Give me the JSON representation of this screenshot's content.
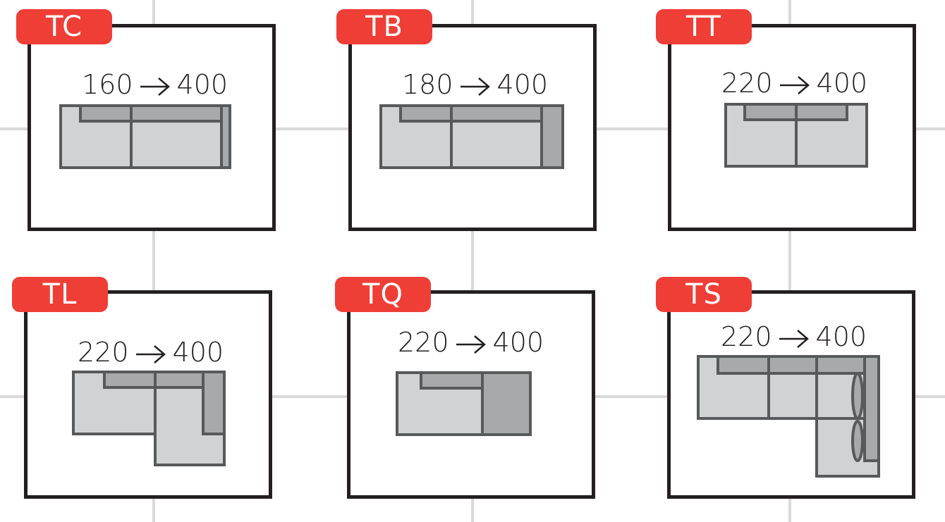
{
  "colors": {
    "tag": "#ef3e36",
    "frame": "#231f20",
    "seat": "#d1d2d4",
    "back": "#a7a9ab",
    "outline": "#58595b"
  },
  "models": [
    {
      "code": "TC",
      "range_min": "160",
      "range_max": "400",
      "arrow_icon": "right-arrow-icon"
    },
    {
      "code": "TB",
      "range_min": "180",
      "range_max": "400",
      "arrow_icon": "right-arrow-icon"
    },
    {
      "code": "TT",
      "range_min": "220",
      "range_max": "400",
      "arrow_icon": "right-arrow-icon"
    },
    {
      "code": "TL",
      "range_min": "220",
      "range_max": "400",
      "arrow_icon": "right-arrow-icon"
    },
    {
      "code": "TQ",
      "range_min": "220",
      "range_max": "400",
      "arrow_icon": "right-arrow-icon"
    },
    {
      "code": "TS",
      "range_min": "220",
      "range_max": "400",
      "arrow_icon": "right-arrow-icon"
    }
  ]
}
